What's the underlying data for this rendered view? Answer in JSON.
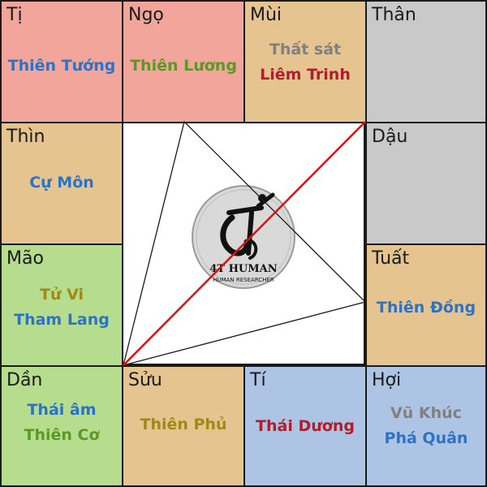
{
  "colors": {
    "pink": "#f2a59b",
    "tan": "#e5c490",
    "gray": "#c9c9c9",
    "green": "#b6dd8e",
    "blue": "#aec4e4",
    "text_blue": "#2d73c4",
    "text_green": "#5a9a23",
    "text_olive": "#a08a16",
    "text_red": "#ad1f2b",
    "text_gray": "#808080",
    "line_red": "#e01010"
  },
  "cells": {
    "ti_top": {
      "branch": "Tị",
      "stars": [
        "Thiên Tướng"
      ]
    },
    "ngo": {
      "branch": "Ngọ",
      "stars": [
        "Thiên Lương"
      ]
    },
    "mui": {
      "branch": "Mùi",
      "stars": [
        "Thất sát",
        "Liêm Trinh"
      ]
    },
    "than": {
      "branch": "Thân",
      "stars": []
    },
    "thin": {
      "branch": "Thìn",
      "stars": [
        "Cự Môn"
      ]
    },
    "dau": {
      "branch": "Dậu",
      "stars": []
    },
    "mao": {
      "branch": "Mão",
      "stars": [
        "Tử Vi",
        "Tham Lang"
      ]
    },
    "tuat": {
      "branch": "Tuất",
      "stars": [
        "Thiên Đồng"
      ]
    },
    "dan": {
      "branch": "Dần",
      "stars": [
        "Thái âm",
        "Thiên Cơ"
      ]
    },
    "suu": {
      "branch": "Sửu",
      "stars": [
        "Thiên Phủ"
      ]
    },
    "ti_bottom": {
      "branch": "Tí",
      "stars": [
        "Thái Dương"
      ]
    },
    "hoi": {
      "branch": "Hợi",
      "stars": [
        "Vũ Khúc",
        "Phá Quân"
      ]
    }
  },
  "logo": {
    "name": "4T HUMAN",
    "tagline": "HUMAN RESEARCHER"
  }
}
